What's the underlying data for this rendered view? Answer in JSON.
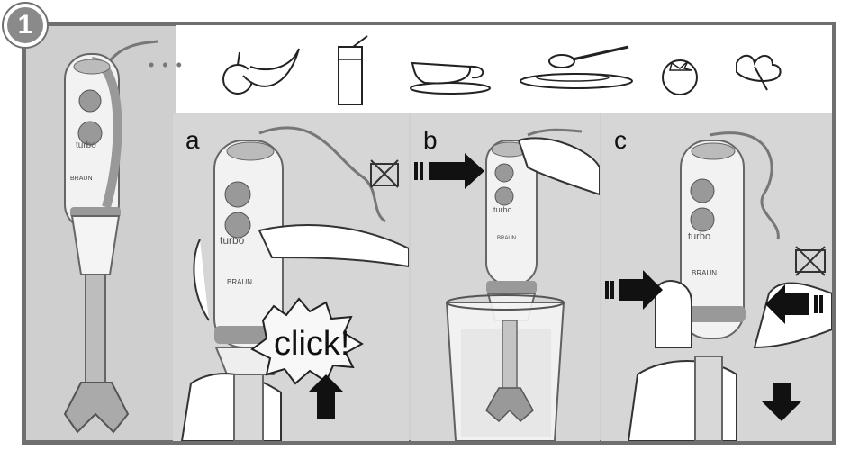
{
  "step": {
    "number": "1"
  },
  "intro": {
    "ellipsis": "• • •"
  },
  "foods": [
    "banana-apple-icon",
    "drink-glass-icon",
    "sauce-boat-icon",
    "plate-spoon-icon",
    "tomato-icon",
    "parsley-icon"
  ],
  "blender": {
    "brand": "BRAUN",
    "turbo_label": "turbo"
  },
  "panels": [
    {
      "letter": "a",
      "callout": "click!"
    },
    {
      "letter": "b"
    },
    {
      "letter": "c"
    }
  ],
  "colors": {
    "frame": "#6f6f6f",
    "panel_bg": "#d6d6d6",
    "arrow": "#111111",
    "body": "#f2f2f2"
  }
}
